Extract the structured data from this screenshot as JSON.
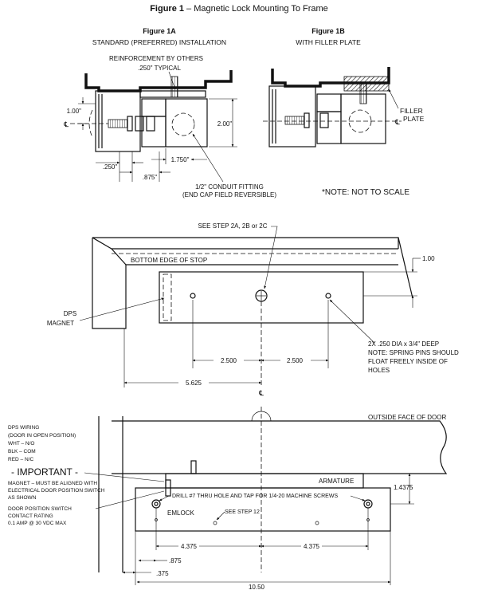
{
  "title": {
    "bold": "Figure 1",
    "rest": " – Magnetic Lock Mounting To Frame"
  },
  "fig1a": {
    "heading": "Figure 1A",
    "subheading": "STANDARD (PREFERRED) INSTALLATION",
    "reinforcement": "REINFORCEMENT BY OTHERS",
    "typical": ".250\" TYPICAL",
    "dim_100": "1.00\"",
    "dim_200": "2.00\"",
    "dim_1750": "1.750\"",
    "dim_250": ".250\"",
    "dim_875": ".875\"",
    "conduit_1": "1/2\" CONDUIT FITTING",
    "conduit_2": "(END CAP FIELD REVERSIBLE)",
    "cl": "℄"
  },
  "fig1b": {
    "heading": "Figure 1B",
    "subheading": "WITH FILLER PLATE",
    "filler_1": "FILLER",
    "filler_2": "PLATE",
    "cl": "℄"
  },
  "note_scale": "*NOTE: NOT TO SCALE",
  "mid": {
    "see_step": "SEE STEP 2A, 2B or 2C",
    "bottom_edge": "BOTTOM EDGE OF STOP",
    "dim_100": "1.00",
    "dps_1": "DPS",
    "dps_2": "MAGNET",
    "holes_1": "2X .250 DIA x 3/4\" DEEP",
    "holes_2": "NOTE: SPRING PINS SHOULD",
    "holes_3": "FLOAT FREELY INSIDE OF",
    "holes_4": "HOLES",
    "dim_2500a": "2.500",
    "dim_2500b": "2.500",
    "dim_5625": "5.625",
    "cl": "℄"
  },
  "bottom": {
    "dps_wiring": [
      "DPS WIRING",
      "(DOOR IN OPEN POSITION)",
      "WHT – N/O",
      "BLK – COM",
      "RED – N/C"
    ],
    "important": "- IMPORTANT -",
    "magnet_note": [
      "MAGNET – MUST BE ALIGNED WITH",
      "ELECTRICAL DOOR POSITION SWITCH",
      "AS SHOWN"
    ],
    "dps_switch": [
      "DOOR POSITION SWITCH",
      "CONTACT RATING",
      "0.1 AMP @ 30 VDC MAX"
    ],
    "outside_face": "OUTSIDE FACE OF DOOR",
    "armature": "ARMATURE",
    "drill": "DRILL #7 THRU HOLE AND TAP FOR 1/4-20 MACHINE SCREWS",
    "dim_14375": "1.4375",
    "emlock": "EMLOCK",
    "see_step12": "SEE STEP 12",
    "dim_4375a": "4.375",
    "dim_4375b": "4.375",
    "dim_875": ".875",
    "dim_375": ".375",
    "dim_1050": "10.50",
    "cl": "℄"
  }
}
